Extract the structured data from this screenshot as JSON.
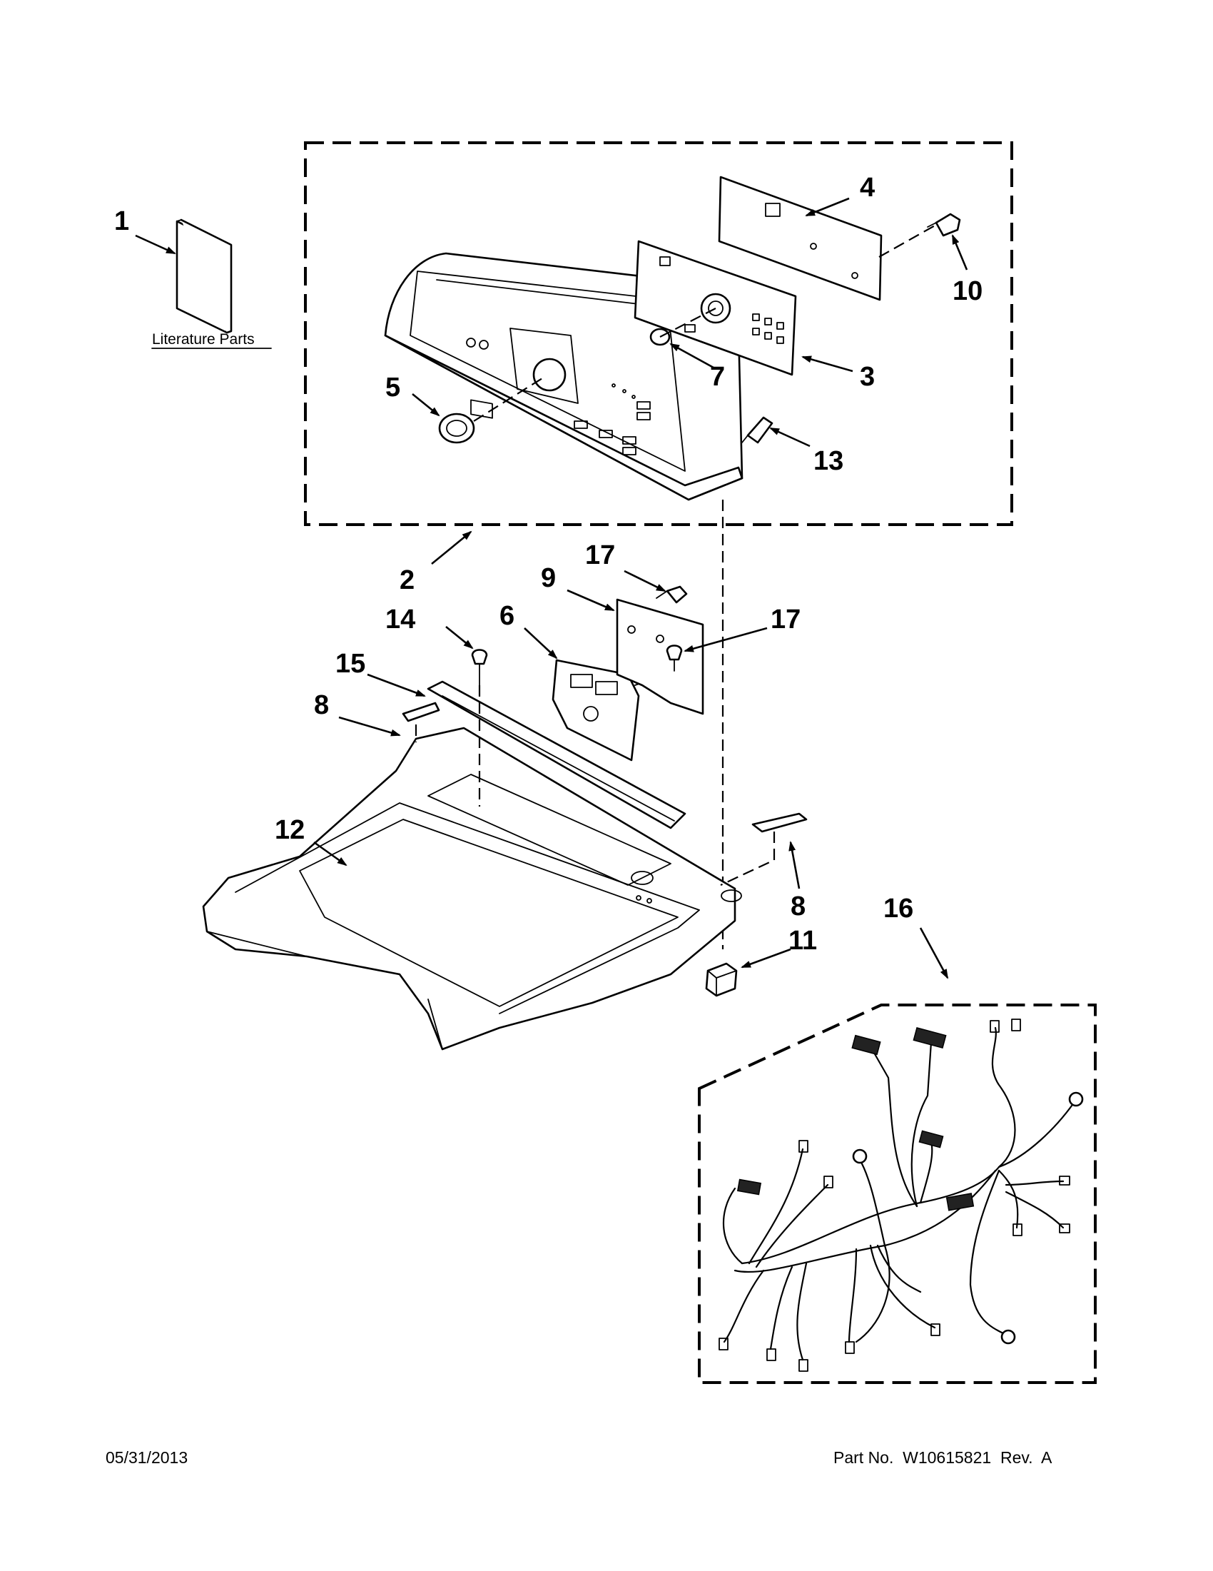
{
  "callouts": {
    "c1": "1",
    "c2": "2",
    "c3": "3",
    "c4": "4",
    "c5": "5",
    "c6": "6",
    "c7": "7",
    "c8a": "8",
    "c8b": "8",
    "c9": "9",
    "c10": "10",
    "c11": "11",
    "c12": "12",
    "c13": "13",
    "c14": "14",
    "c15": "15",
    "c16": "16",
    "c17a": "17",
    "c17b": "17"
  },
  "literature_label": "Literature Parts",
  "footer": {
    "date": "05/31/2013",
    "part_number": "Part No.  W10615821  Rev.  A"
  }
}
